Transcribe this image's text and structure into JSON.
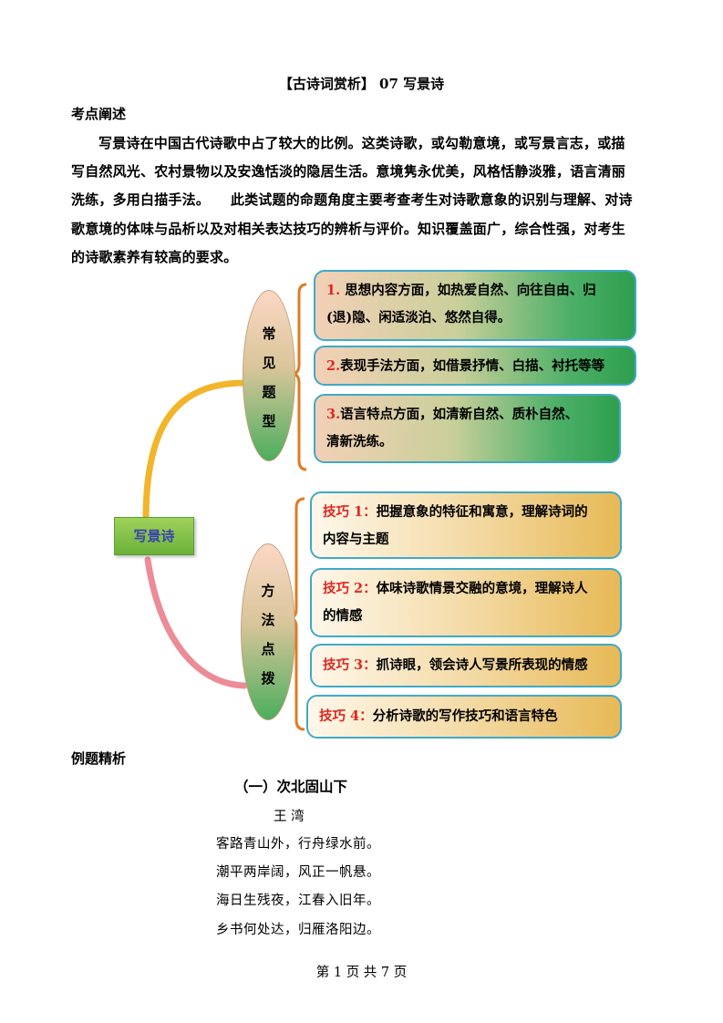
{
  "title": "【古诗词赏析】 07 写景诗",
  "section_kaodian": "考点阐述",
  "paragraph_lines": [
    "写景诗在中国古代诗歌中占了较大的比例。这类诗歌，或勾勒意境，或写景言志，或描",
    "写自然风光、农村景物以及安逸恬淡的隐居生活。意境隽永优美，风格恬静淡雅，语言清丽",
    "洗练，多用白描手法。　　此类试题的命题角度主要考查考生对诗歌意象的识别与理解、对诗",
    "歌意境的体味与品析以及对相关表达技巧的辨析与评价。知识覆盖面广，综合性强，对考生",
    "的诗歌素养有较高的要求。"
  ],
  "mindmap": {
    "root": "写景诗",
    "branch_types": {
      "label_chars": [
        "常",
        "见",
        "题",
        "型"
      ],
      "items": [
        {
          "num": "1.",
          "lines": [
            " 思想内容方面，如热爱自然、向往自由、归",
            "(退)隐、闲适淡泊、悠然自得。"
          ]
        },
        {
          "num": "2.",
          "lines": [
            "表现手法方面，如借景抒情、白描、衬托等等"
          ]
        },
        {
          "num": "3.",
          "lines": [
            "语言特点方面，如清新自然、质朴自然、",
            "清新洗练。"
          ]
        }
      ]
    },
    "branch_methods": {
      "label_chars": [
        "方",
        "法",
        "点",
        "拨"
      ],
      "items": [
        {
          "num": "技巧 1：",
          "lines": [
            "把握意象的特征和寓意，理解诗词的",
            "内容与主题"
          ]
        },
        {
          "num": "技巧 2：",
          "lines": [
            "体味诗歌情景交融的意境，理解诗人",
            "的情感"
          ]
        },
        {
          "num": "技巧 3：",
          "lines": [
            "抓诗眼，领会诗人写景所表现的情感"
          ]
        },
        {
          "num": "技巧 4：",
          "lines": [
            "分析诗歌的写作技巧和语言特色"
          ]
        }
      ]
    },
    "colors": {
      "number_red": "#e0261f",
      "box_border": "#3fa9c8",
      "brace": "#e07b22",
      "curve_top": "#f2b52a",
      "curve_bottom": "#ec8c96"
    }
  },
  "section_example": "例题精析",
  "poem": {
    "title": "（一）次北固山下",
    "author": "王 湾",
    "lines": [
      "客路青山外，行舟绿水前。",
      "潮平两岸阔，风正一帆悬。",
      "海日生残夜，江春入旧年。",
      "乡书何处达，归雁洛阳边。"
    ]
  },
  "page_number": "第 1 页 共 7 页"
}
